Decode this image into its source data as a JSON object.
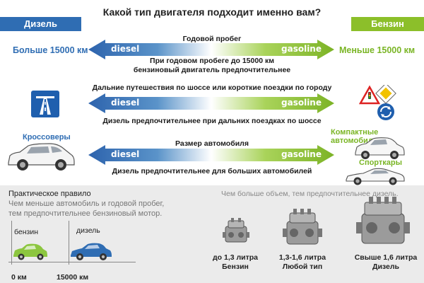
{
  "title": "Какой тип двигателя подходит именно вам?",
  "tags": {
    "diesel": "Дизель",
    "gasoline": "Бензин"
  },
  "arrow_words": {
    "diesel": "diesel",
    "gasoline": "gasoline"
  },
  "rows": [
    {
      "top_caption": "Годовой пробег",
      "bottom_caption_1": "При годовом пробеге до 15000 км",
      "bottom_caption_2": "бензиновый двигатель предпочтительнее",
      "left_text": "Больше 15000 км",
      "right_text": "Меньше 15000 км"
    },
    {
      "top_caption": "Дальние путешествия по шоссе или короткие поездки по городу",
      "bottom_caption_1": "Дизель предпочтительнее при дальних поездках по шоссе"
    },
    {
      "top_caption": "Размер автомобиля",
      "bottom_caption_1": "Дизель предпочтительнее для больших автомобилей",
      "left_category": "Кроссоверы",
      "right_category_1": "Компактные автомобили",
      "right_category_2": "Спорткары"
    }
  ],
  "rule": {
    "title": "Практическое правило",
    "line1": "Чем меньше автомобиль и годовой пробег,",
    "line2": "тем предпочтительнее бензиновый мотор."
  },
  "mileage_scale": {
    "gas_label": "бензин",
    "diesel_label": "дизель",
    "start_label": "0 км",
    "end_label": "15000 км"
  },
  "engines": {
    "note": "Чем больше объем, тем предпочтительнее дизель.",
    "items": [
      {
        "volume": "до 1,3 литра",
        "type": "Бензин"
      },
      {
        "volume": "1,3-1,6 литра",
        "type": "Любой тип"
      },
      {
        "volume": "Свыше 1,6 литра",
        "type": "Дизель"
      }
    ]
  },
  "colors": {
    "diesel": "#2f6db3",
    "gasoline": "#8cbf2a",
    "panel": "#ebebeb"
  }
}
